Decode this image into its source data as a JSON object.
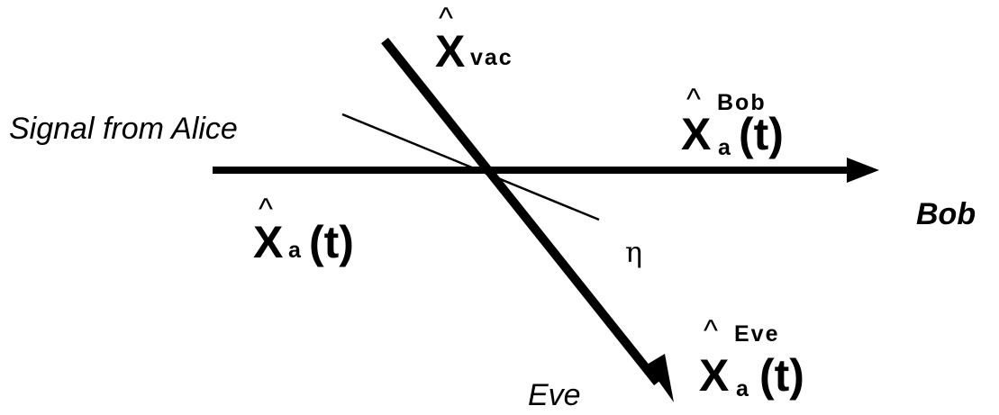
{
  "labels": {
    "signal_from_alice": "Signal from Alice",
    "bob": "Bob",
    "eve": "Eve",
    "eta": "η"
  },
  "operators": {
    "hat": "^",
    "x": "X",
    "vac_sub": "vac",
    "a_sub": "a",
    "t_paren": "(t)",
    "bob_sup": "Bob",
    "eve_sup": "Eve"
  }
}
